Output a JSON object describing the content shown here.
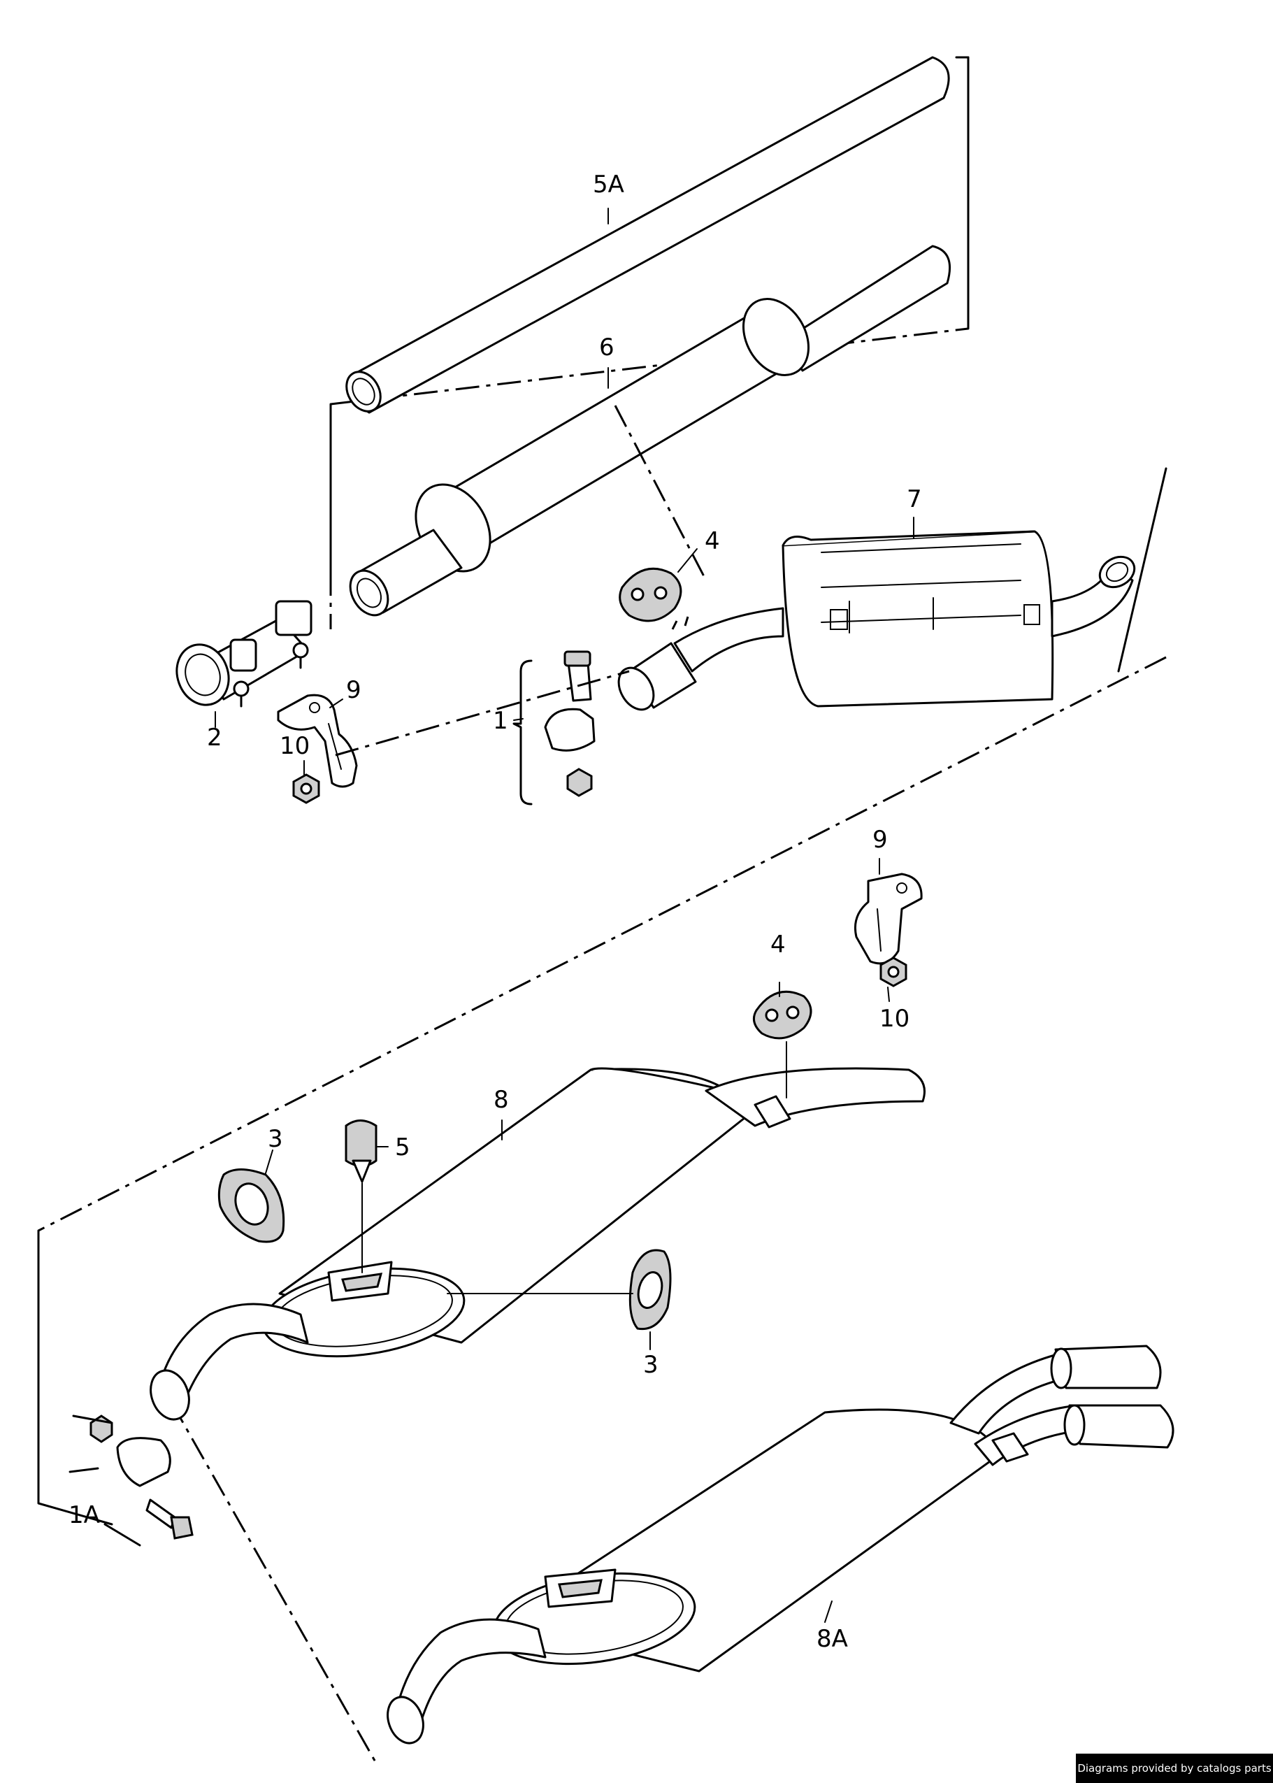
{
  "labels": {
    "l_5A": "5A",
    "l_6": "6",
    "l_7": "7",
    "l_4a": "4",
    "l_9a": "9",
    "l_10a": "10",
    "l_2": "2",
    "l_1": "1",
    "l_9b": "9",
    "l_4b": "4",
    "l_10b": "10",
    "l_8": "8",
    "l_3a": "3",
    "l_5": "5",
    "l_3b": "3",
    "l_1A": "1A",
    "l_8A": "8A"
  },
  "credit": "Diagrams provided by catalogs parts"
}
